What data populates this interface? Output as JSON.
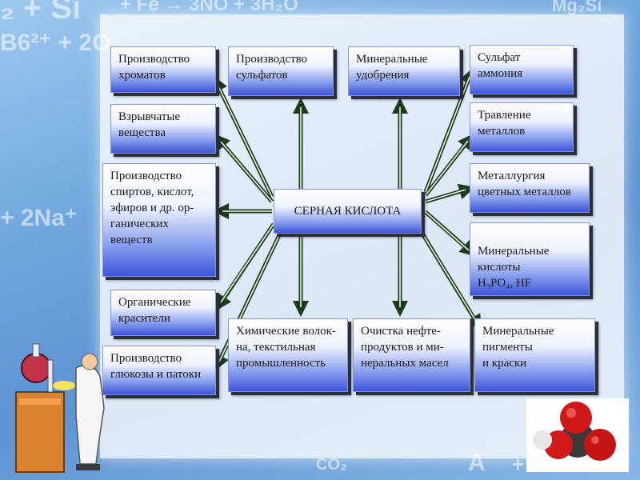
{
  "background_formulas": [
    "₂ + Si",
    "+ Fe → 3NO + 3H₂O",
    "Mg₂Si",
    "B6²⁺ + 2O",
    "+ 2Na⁺",
    "CO₂",
    "A",
    "+ 2"
  ],
  "center": {
    "label": "СЕРНАЯ КИСЛОТА"
  },
  "boxes": {
    "chromates": "Производство\nхроматов",
    "sulfates": "Производство\nсульфатов",
    "fertilizers": "Минеральные\nудобрения",
    "ammonium_sulfate": "Сульфат\nаммония",
    "explosives": "Взрывчатые\nвещества",
    "etching": "Травление\nметаллов",
    "alcohols": "Производство\nспиртов, кислот,\nэфиров и др. ор-\nганических\nвеществ",
    "metallurgy": "Металлургия\nцветных металлов",
    "mineral_acids": "Минеральные\nкислоты",
    "mineral_acids_formula": "H₃PO₄, HF",
    "dyes": "Органические\nкрасители",
    "fibers": "Химические волок-\nна, текстильная\nпромышленность",
    "oil_refining": "Очистка нефте-\nпродуктов и ми-\nнеральных масел",
    "pigments": "Минеральные\nпигменты\nи краски",
    "glucose": "Производство\nглюкозы и патоки"
  },
  "colors": {
    "arrow": "#1c3a1c",
    "arrow_fill": "#e9f5e0",
    "box_bottom": "#3c55d8"
  }
}
